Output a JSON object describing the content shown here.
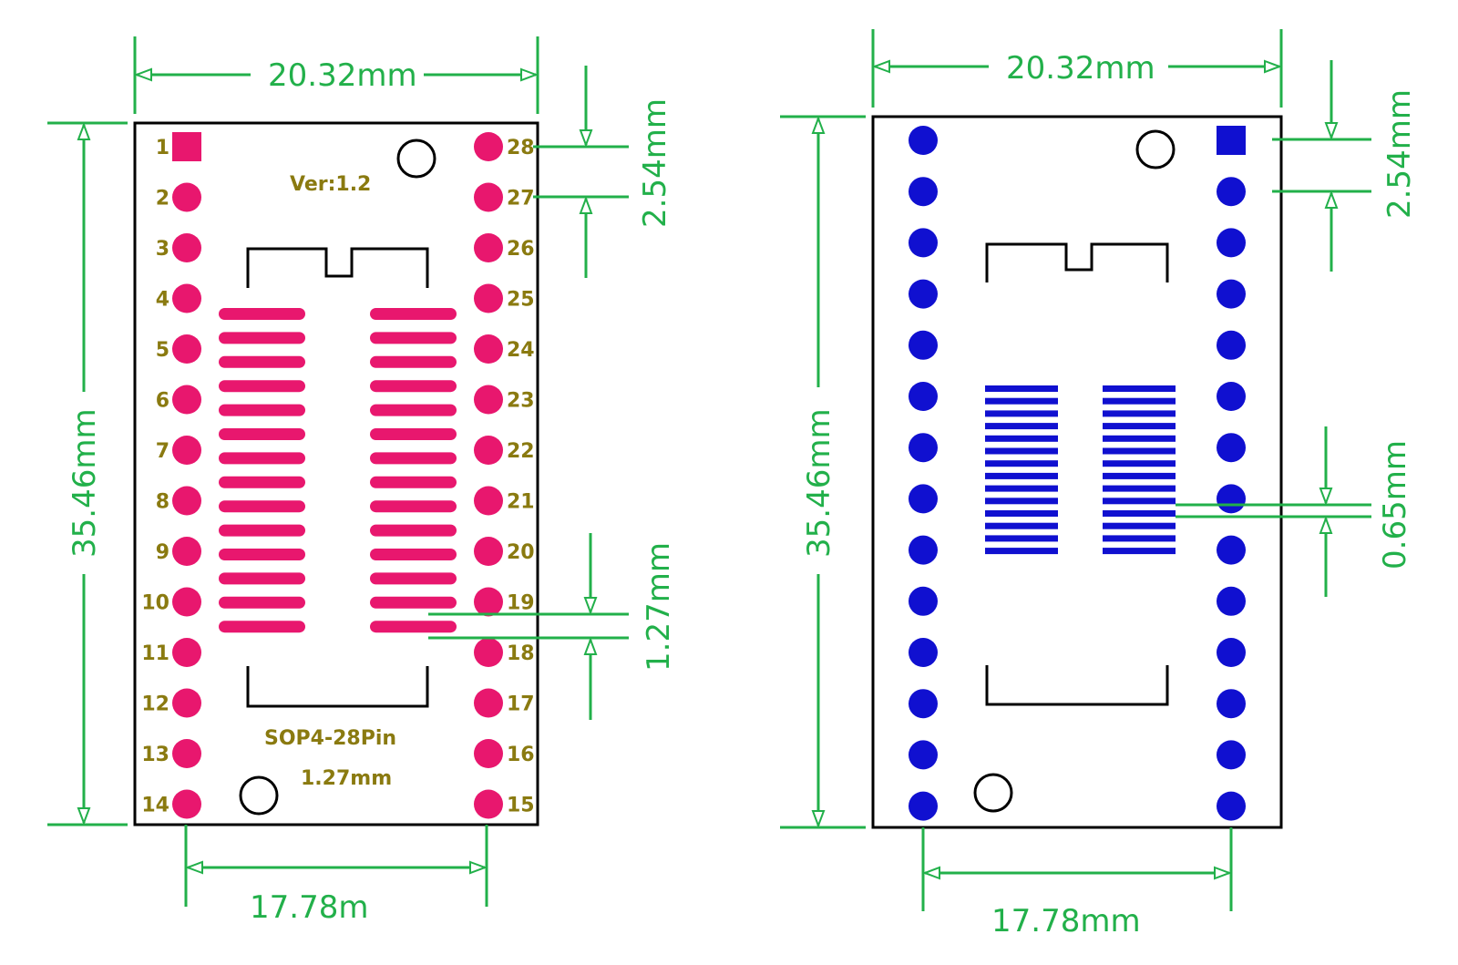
{
  "colors": {
    "dimension": "#22b04a",
    "outline": "#000000",
    "silkscreen": "#8a7a10",
    "pad_left_board": "#e8176e",
    "pad_right_board": "#1010d0"
  },
  "left_board": {
    "width_label": "20.32mm",
    "height_label": "35.46mm",
    "pin_pitch_label": "2.54mm",
    "pad_pitch_label": "1.27mm",
    "row_spacing_label": "17.78m",
    "version_label": "Ver:1.2",
    "package_label": "SOP4-28Pin",
    "pitch_silk_label": "1.27mm",
    "pins_left": [
      "1",
      "2",
      "3",
      "4",
      "5",
      "6",
      "7",
      "8",
      "9",
      "10",
      "11",
      "12",
      "13",
      "14"
    ],
    "pins_right": [
      "28",
      "27",
      "26",
      "25",
      "24",
      "23",
      "22",
      "21",
      "20",
      "19",
      "18",
      "17",
      "16",
      "15"
    ]
  },
  "right_board": {
    "width_label": "20.32mm",
    "height_label": "35.46mm",
    "pin_pitch_label": "2.54mm",
    "pad_pitch_label": "0.65mm",
    "row_spacing_label": "17.78mm"
  }
}
